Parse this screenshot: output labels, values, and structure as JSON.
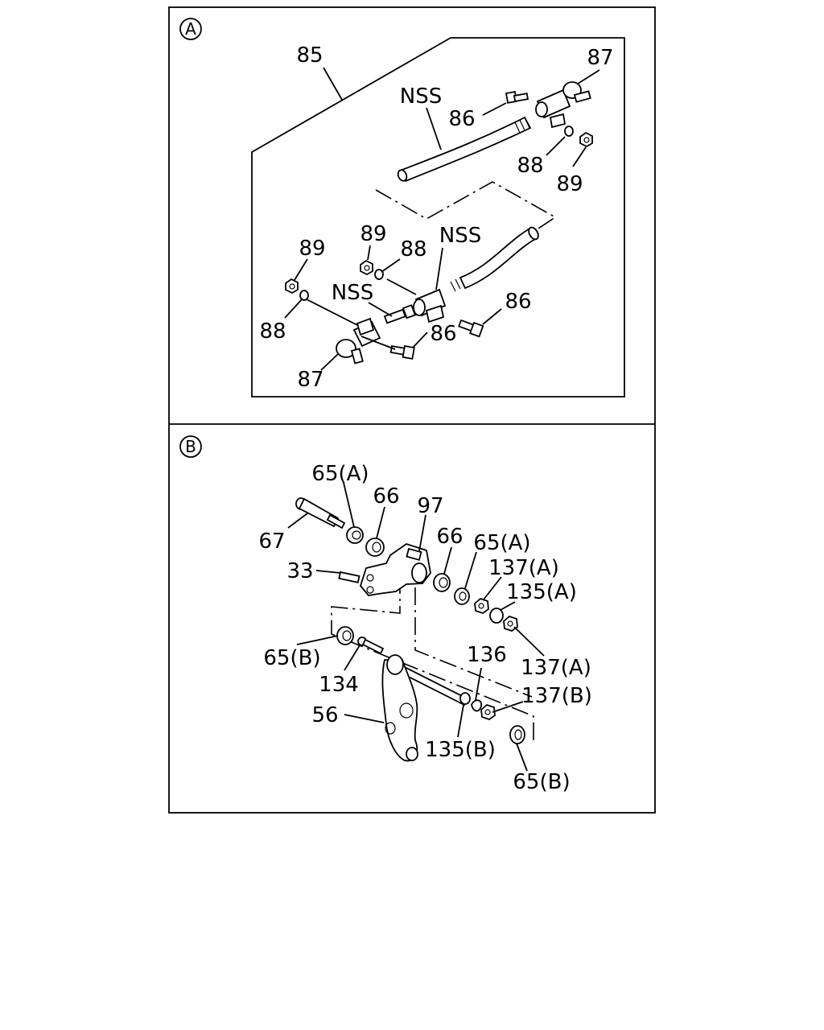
{
  "panels": {
    "a": {
      "marker": "A",
      "labels": {
        "l85": "85",
        "l87_top": "87",
        "l86_top": "86",
        "nss_top": "NSS",
        "l88_top": "88",
        "l89_top": "89",
        "l89_mid": "89",
        "l88_mid": "88",
        "nss_mid": "NSS",
        "l89_left": "89",
        "nss_left": "NSS",
        "l86_right": "86",
        "l88_left": "88",
        "l86_bottom": "86",
        "l87_bottom": "87"
      }
    },
    "b": {
      "marker": "B",
      "labels": {
        "l65a_top": "65(A)",
        "l66_top": "66",
        "l97": "97",
        "l67": "67",
        "l66_right": "66",
        "l65a_right": "65(A)",
        "l137a_top": "137(A)",
        "l33": "33",
        "l135a": "135(A)",
        "l65b_left": "65(B)",
        "l136": "136",
        "l137a_bottom": "137(A)",
        "l134": "134",
        "l137b": "137(B)",
        "l56": "56",
        "l135b": "135(B)",
        "l65b_bottom": "65(B)"
      }
    }
  }
}
